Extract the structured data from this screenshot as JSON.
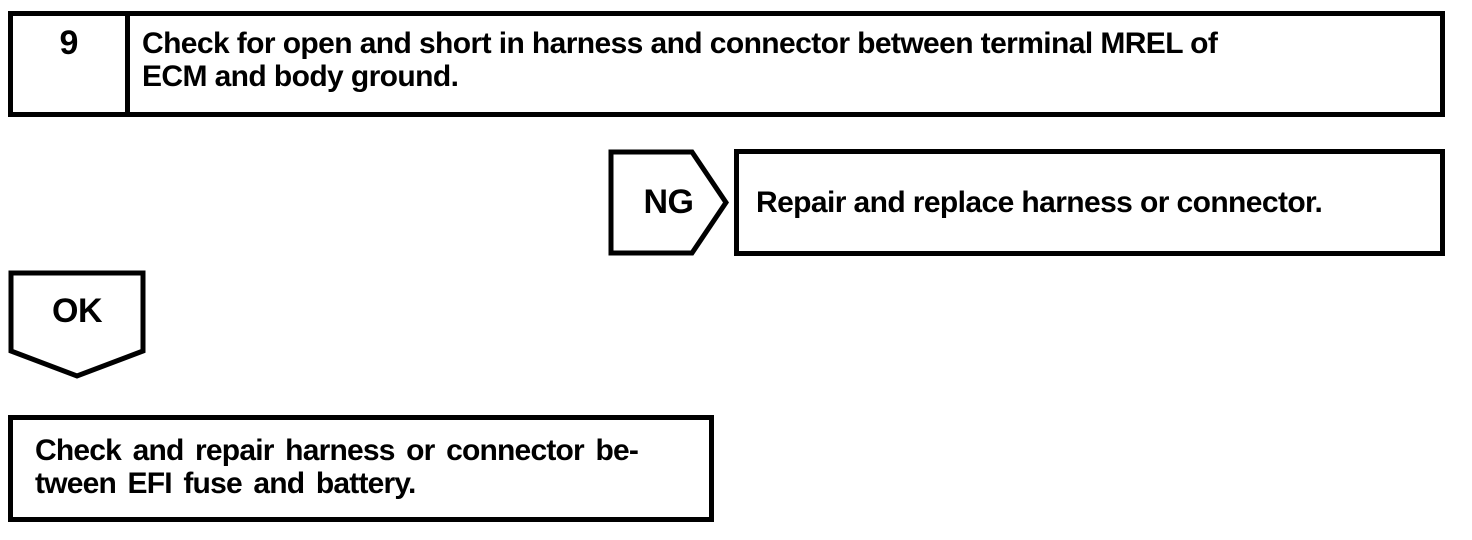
{
  "page": {
    "background_color": "#ffffff",
    "ink_color": "#000000",
    "description": "Service manual troubleshooting flowchart step"
  },
  "step_box": {
    "number": "9",
    "instruction_lines": {
      "0": "Check for open and short in harness and connector between terminal MREL of",
      "1": "ECM and body ground."
    }
  },
  "ng_branch": {
    "label": "NG",
    "action": "Repair and replace harness or connector."
  },
  "ok_branch": {
    "label": "OK"
  },
  "result_box": {
    "action_lines": {
      "0": "Check and repair harness or connector be-",
      "1": "tween EFI fuse and battery."
    }
  }
}
